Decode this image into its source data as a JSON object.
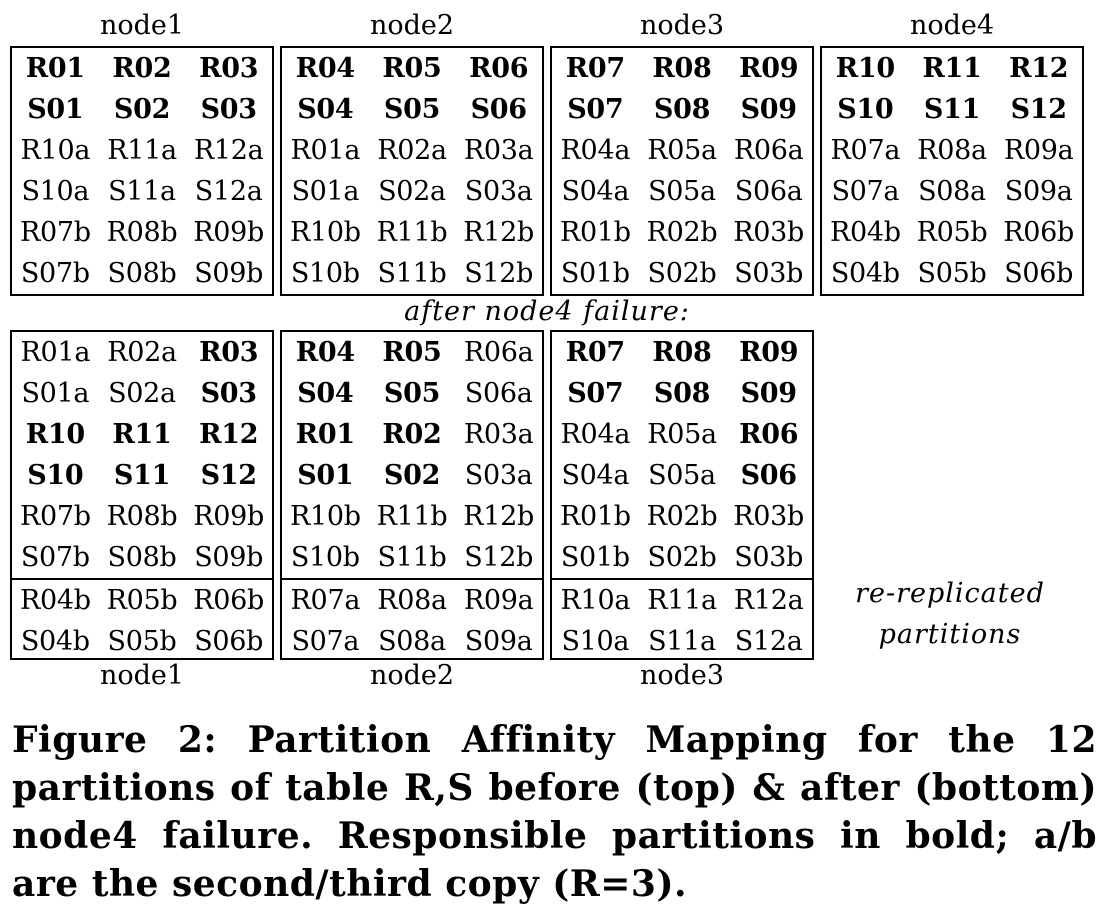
{
  "top_labels": [
    "node1",
    "node2",
    "node3",
    "node4"
  ],
  "top_boxes": [
    [
      [
        {
          "t": "R01",
          "b": true
        },
        {
          "t": "R02",
          "b": true
        },
        {
          "t": "R03",
          "b": true
        }
      ],
      [
        {
          "t": "S01",
          "b": true
        },
        {
          "t": "S02",
          "b": true
        },
        {
          "t": "S03",
          "b": true
        }
      ],
      [
        {
          "t": "R10a"
        },
        {
          "t": "R11a"
        },
        {
          "t": "R12a"
        }
      ],
      [
        {
          "t": "S10a"
        },
        {
          "t": "S11a"
        },
        {
          "t": "S12a"
        }
      ],
      [
        {
          "t": "R07b"
        },
        {
          "t": "R08b"
        },
        {
          "t": "R09b"
        }
      ],
      [
        {
          "t": "S07b"
        },
        {
          "t": "S08b"
        },
        {
          "t": "S09b"
        }
      ]
    ],
    [
      [
        {
          "t": "R04",
          "b": true
        },
        {
          "t": "R05",
          "b": true
        },
        {
          "t": "R06",
          "b": true
        }
      ],
      [
        {
          "t": "S04",
          "b": true
        },
        {
          "t": "S05",
          "b": true
        },
        {
          "t": "S06",
          "b": true
        }
      ],
      [
        {
          "t": "R01a"
        },
        {
          "t": "R02a"
        },
        {
          "t": "R03a"
        }
      ],
      [
        {
          "t": "S01a"
        },
        {
          "t": "S02a"
        },
        {
          "t": "S03a"
        }
      ],
      [
        {
          "t": "R10b"
        },
        {
          "t": "R11b"
        },
        {
          "t": "R12b"
        }
      ],
      [
        {
          "t": "S10b"
        },
        {
          "t": "S11b"
        },
        {
          "t": "S12b"
        }
      ]
    ],
    [
      [
        {
          "t": "R07",
          "b": true
        },
        {
          "t": "R08",
          "b": true
        },
        {
          "t": "R09",
          "b": true
        }
      ],
      [
        {
          "t": "S07",
          "b": true
        },
        {
          "t": "S08",
          "b": true
        },
        {
          "t": "S09",
          "b": true
        }
      ],
      [
        {
          "t": "R04a"
        },
        {
          "t": "R05a"
        },
        {
          "t": "R06a"
        }
      ],
      [
        {
          "t": "S04a"
        },
        {
          "t": "S05a"
        },
        {
          "t": "S06a"
        }
      ],
      [
        {
          "t": "R01b"
        },
        {
          "t": "R02b"
        },
        {
          "t": "R03b"
        }
      ],
      [
        {
          "t": "S01b"
        },
        {
          "t": "S02b"
        },
        {
          "t": "S03b"
        }
      ]
    ],
    [
      [
        {
          "t": "R10",
          "b": true
        },
        {
          "t": "R11",
          "b": true
        },
        {
          "t": "R12",
          "b": true
        }
      ],
      [
        {
          "t": "S10",
          "b": true
        },
        {
          "t": "S11",
          "b": true
        },
        {
          "t": "S12",
          "b": true
        }
      ],
      [
        {
          "t": "R07a"
        },
        {
          "t": "R08a"
        },
        {
          "t": "R09a"
        }
      ],
      [
        {
          "t": "S07a"
        },
        {
          "t": "S08a"
        },
        {
          "t": "S09a"
        }
      ],
      [
        {
          "t": "R04b"
        },
        {
          "t": "R05b"
        },
        {
          "t": "R06b"
        }
      ],
      [
        {
          "t": "S04b"
        },
        {
          "t": "S05b"
        },
        {
          "t": "S06b"
        }
      ]
    ]
  ],
  "middle_note": "after node4 failure:",
  "bottom_boxes": [
    [
      [
        {
          "t": "R01a"
        },
        {
          "t": "R02a"
        },
        {
          "t": "R03",
          "b": true
        }
      ],
      [
        {
          "t": "S01a"
        },
        {
          "t": "S02a"
        },
        {
          "t": "S03",
          "b": true
        }
      ],
      [
        {
          "t": "R10",
          "b": true
        },
        {
          "t": "R11",
          "b": true
        },
        {
          "t": "R12",
          "b": true
        }
      ],
      [
        {
          "t": "S10",
          "b": true
        },
        {
          "t": "S11",
          "b": true
        },
        {
          "t": "S12",
          "b": true
        }
      ],
      [
        {
          "t": "R07b"
        },
        {
          "t": "R08b"
        },
        {
          "t": "R09b"
        }
      ],
      [
        {
          "t": "S07b"
        },
        {
          "t": "S08b"
        },
        {
          "t": "S09b"
        }
      ],
      [
        {
          "t": "R04b"
        },
        {
          "t": "R05b"
        },
        {
          "t": "R06b"
        }
      ],
      [
        {
          "t": "S04b"
        },
        {
          "t": "S05b"
        },
        {
          "t": "S06b"
        }
      ]
    ],
    [
      [
        {
          "t": "R04",
          "b": true
        },
        {
          "t": "R05",
          "b": true
        },
        {
          "t": "R06a"
        }
      ],
      [
        {
          "t": "S04",
          "b": true
        },
        {
          "t": "S05",
          "b": true
        },
        {
          "t": "S06a"
        }
      ],
      [
        {
          "t": "R01",
          "b": true
        },
        {
          "t": "R02",
          "b": true
        },
        {
          "t": "R03a"
        }
      ],
      [
        {
          "t": "S01",
          "b": true
        },
        {
          "t": "S02",
          "b": true
        },
        {
          "t": "S03a"
        }
      ],
      [
        {
          "t": "R10b"
        },
        {
          "t": "R11b"
        },
        {
          "t": "R12b"
        }
      ],
      [
        {
          "t": "S10b"
        },
        {
          "t": "S11b"
        },
        {
          "t": "S12b"
        }
      ],
      [
        {
          "t": "R07a"
        },
        {
          "t": "R08a"
        },
        {
          "t": "R09a"
        }
      ],
      [
        {
          "t": "S07a"
        },
        {
          "t": "S08a"
        },
        {
          "t": "S09a"
        }
      ]
    ],
    [
      [
        {
          "t": "R07",
          "b": true
        },
        {
          "t": "R08",
          "b": true
        },
        {
          "t": "R09",
          "b": true
        }
      ],
      [
        {
          "t": "S07",
          "b": true
        },
        {
          "t": "S08",
          "b": true
        },
        {
          "t": "S09",
          "b": true
        }
      ],
      [
        {
          "t": "R04a"
        },
        {
          "t": "R05a"
        },
        {
          "t": "R06",
          "b": true
        }
      ],
      [
        {
          "t": "S04a"
        },
        {
          "t": "S05a"
        },
        {
          "t": "S06",
          "b": true
        }
      ],
      [
        {
          "t": "R01b"
        },
        {
          "t": "R02b"
        },
        {
          "t": "R03b"
        }
      ],
      [
        {
          "t": "S01b"
        },
        {
          "t": "S02b"
        },
        {
          "t": "S03b"
        }
      ],
      [
        {
          "t": "R10a"
        },
        {
          "t": "R11a"
        },
        {
          "t": "R12a"
        }
      ],
      [
        {
          "t": "S10a"
        },
        {
          "t": "S11a"
        },
        {
          "t": "S12a"
        }
      ]
    ]
  ],
  "re_replicated_note": [
    "re-replicated",
    "partitions"
  ],
  "bottom_labels": [
    "node1",
    "node2",
    "node3"
  ],
  "caption": "Figure 2: Partition Affinity Mapping for the 12 partitions of table R,S before (top) & after (bottom) node4 failure. Responsible partitions in bold; a/b are the second/third copy (R=3)."
}
